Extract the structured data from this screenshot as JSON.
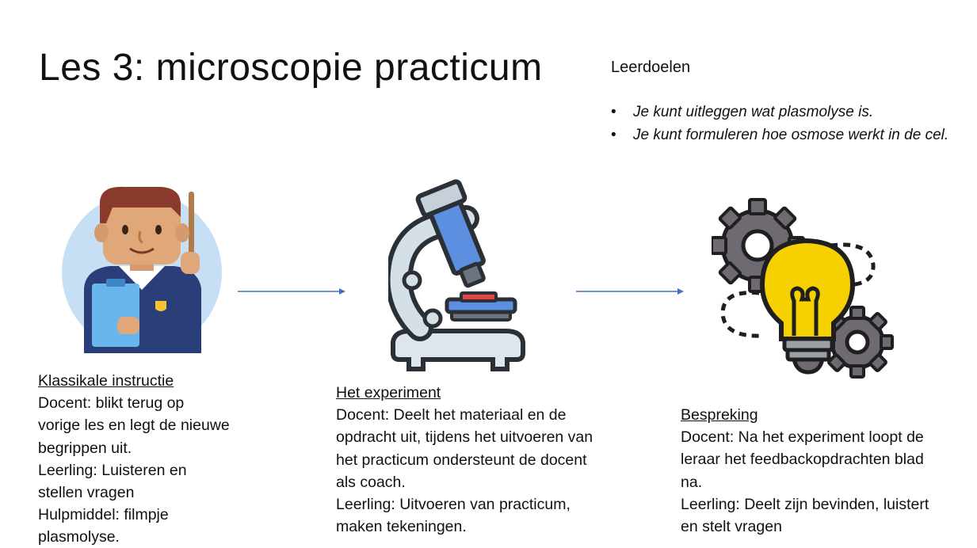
{
  "slide": {
    "title": "Les 3: microscopie practicum",
    "goals": {
      "heading": "Leerdoelen",
      "items": [
        "Je kunt uitleggen wat plasmolyse is.",
        "Je kunt formuleren hoe osmose werkt in de cel."
      ]
    },
    "steps": [
      {
        "heading": "Klassikale instructie",
        "lines": [
          "Docent:  blikt terug op",
          "vorige les en legt de nieuwe",
          "begrippen uit.",
          "Leerling: Luisteren en",
          "stellen vragen",
          "Hulpmiddel: filmpje",
          "plasmolyse."
        ],
        "icon": "teacher-icon"
      },
      {
        "heading": "Het experiment",
        "lines": [
          "Docent: Deelt het materiaal en de",
          "opdracht uit, tijdens het uitvoeren van",
          "het practicum ondersteunt de docent",
          "als coach.",
          "Leerling: Uitvoeren van practicum,",
          "maken tekeningen."
        ],
        "icon": "microscope-icon"
      },
      {
        "heading": "Bespreking",
        "lines": [
          "Docent: Na het experiment loopt de",
          "leraar het feedbackopdrachten blad",
          "na.",
          "Leerling: Deelt zijn bevinden, luistert",
          "en stelt vragen"
        ],
        "icon": "lightbulb-gears-icon"
      }
    ],
    "colors": {
      "arrow": "#4472c4",
      "text": "#111111"
    }
  }
}
